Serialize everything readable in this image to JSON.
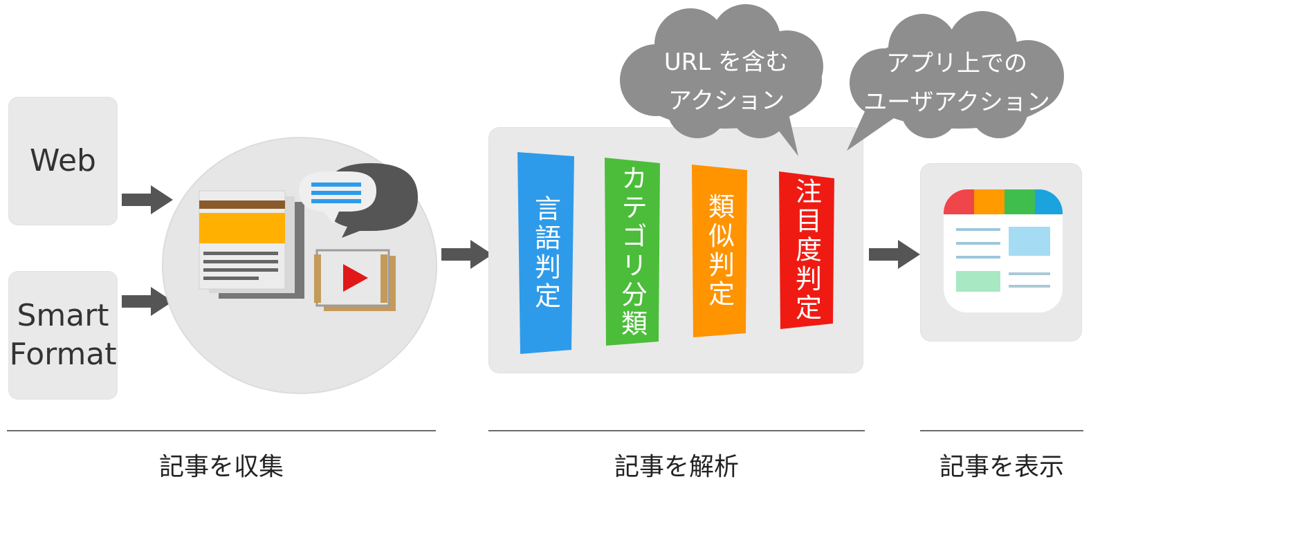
{
  "sources": {
    "web": "Web",
    "smart_format": "Smart\nFormat"
  },
  "bubbles": {
    "left": "URL を含む\nアクション",
    "right": "アプリ上での\nユーザアクション"
  },
  "stages": [
    {
      "label": "言語判定",
      "color": "#2e9bea"
    },
    {
      "label": "カテゴリ分類",
      "color": "#4cbd3a"
    },
    {
      "label": "類似判定",
      "color": "#ff9300"
    },
    {
      "label": "注目度判定",
      "color": "#ef1b13"
    }
  ],
  "sections": {
    "collect": "記事を収集",
    "analyze": "記事を解析",
    "display": "記事を表示"
  },
  "colors": {
    "panel": "#e9e9e9",
    "arrow": "#555555",
    "cloud": "#8e8e8e",
    "app_bar": [
      "#f0454a",
      "#ff9a00",
      "#3fbe4d",
      "#1aa3dd"
    ]
  },
  "icons": {
    "collect_circle": [
      "article-stack-icon",
      "chat-bubble-icon",
      "video-play-icon"
    ],
    "app": "news-app-icon"
  }
}
